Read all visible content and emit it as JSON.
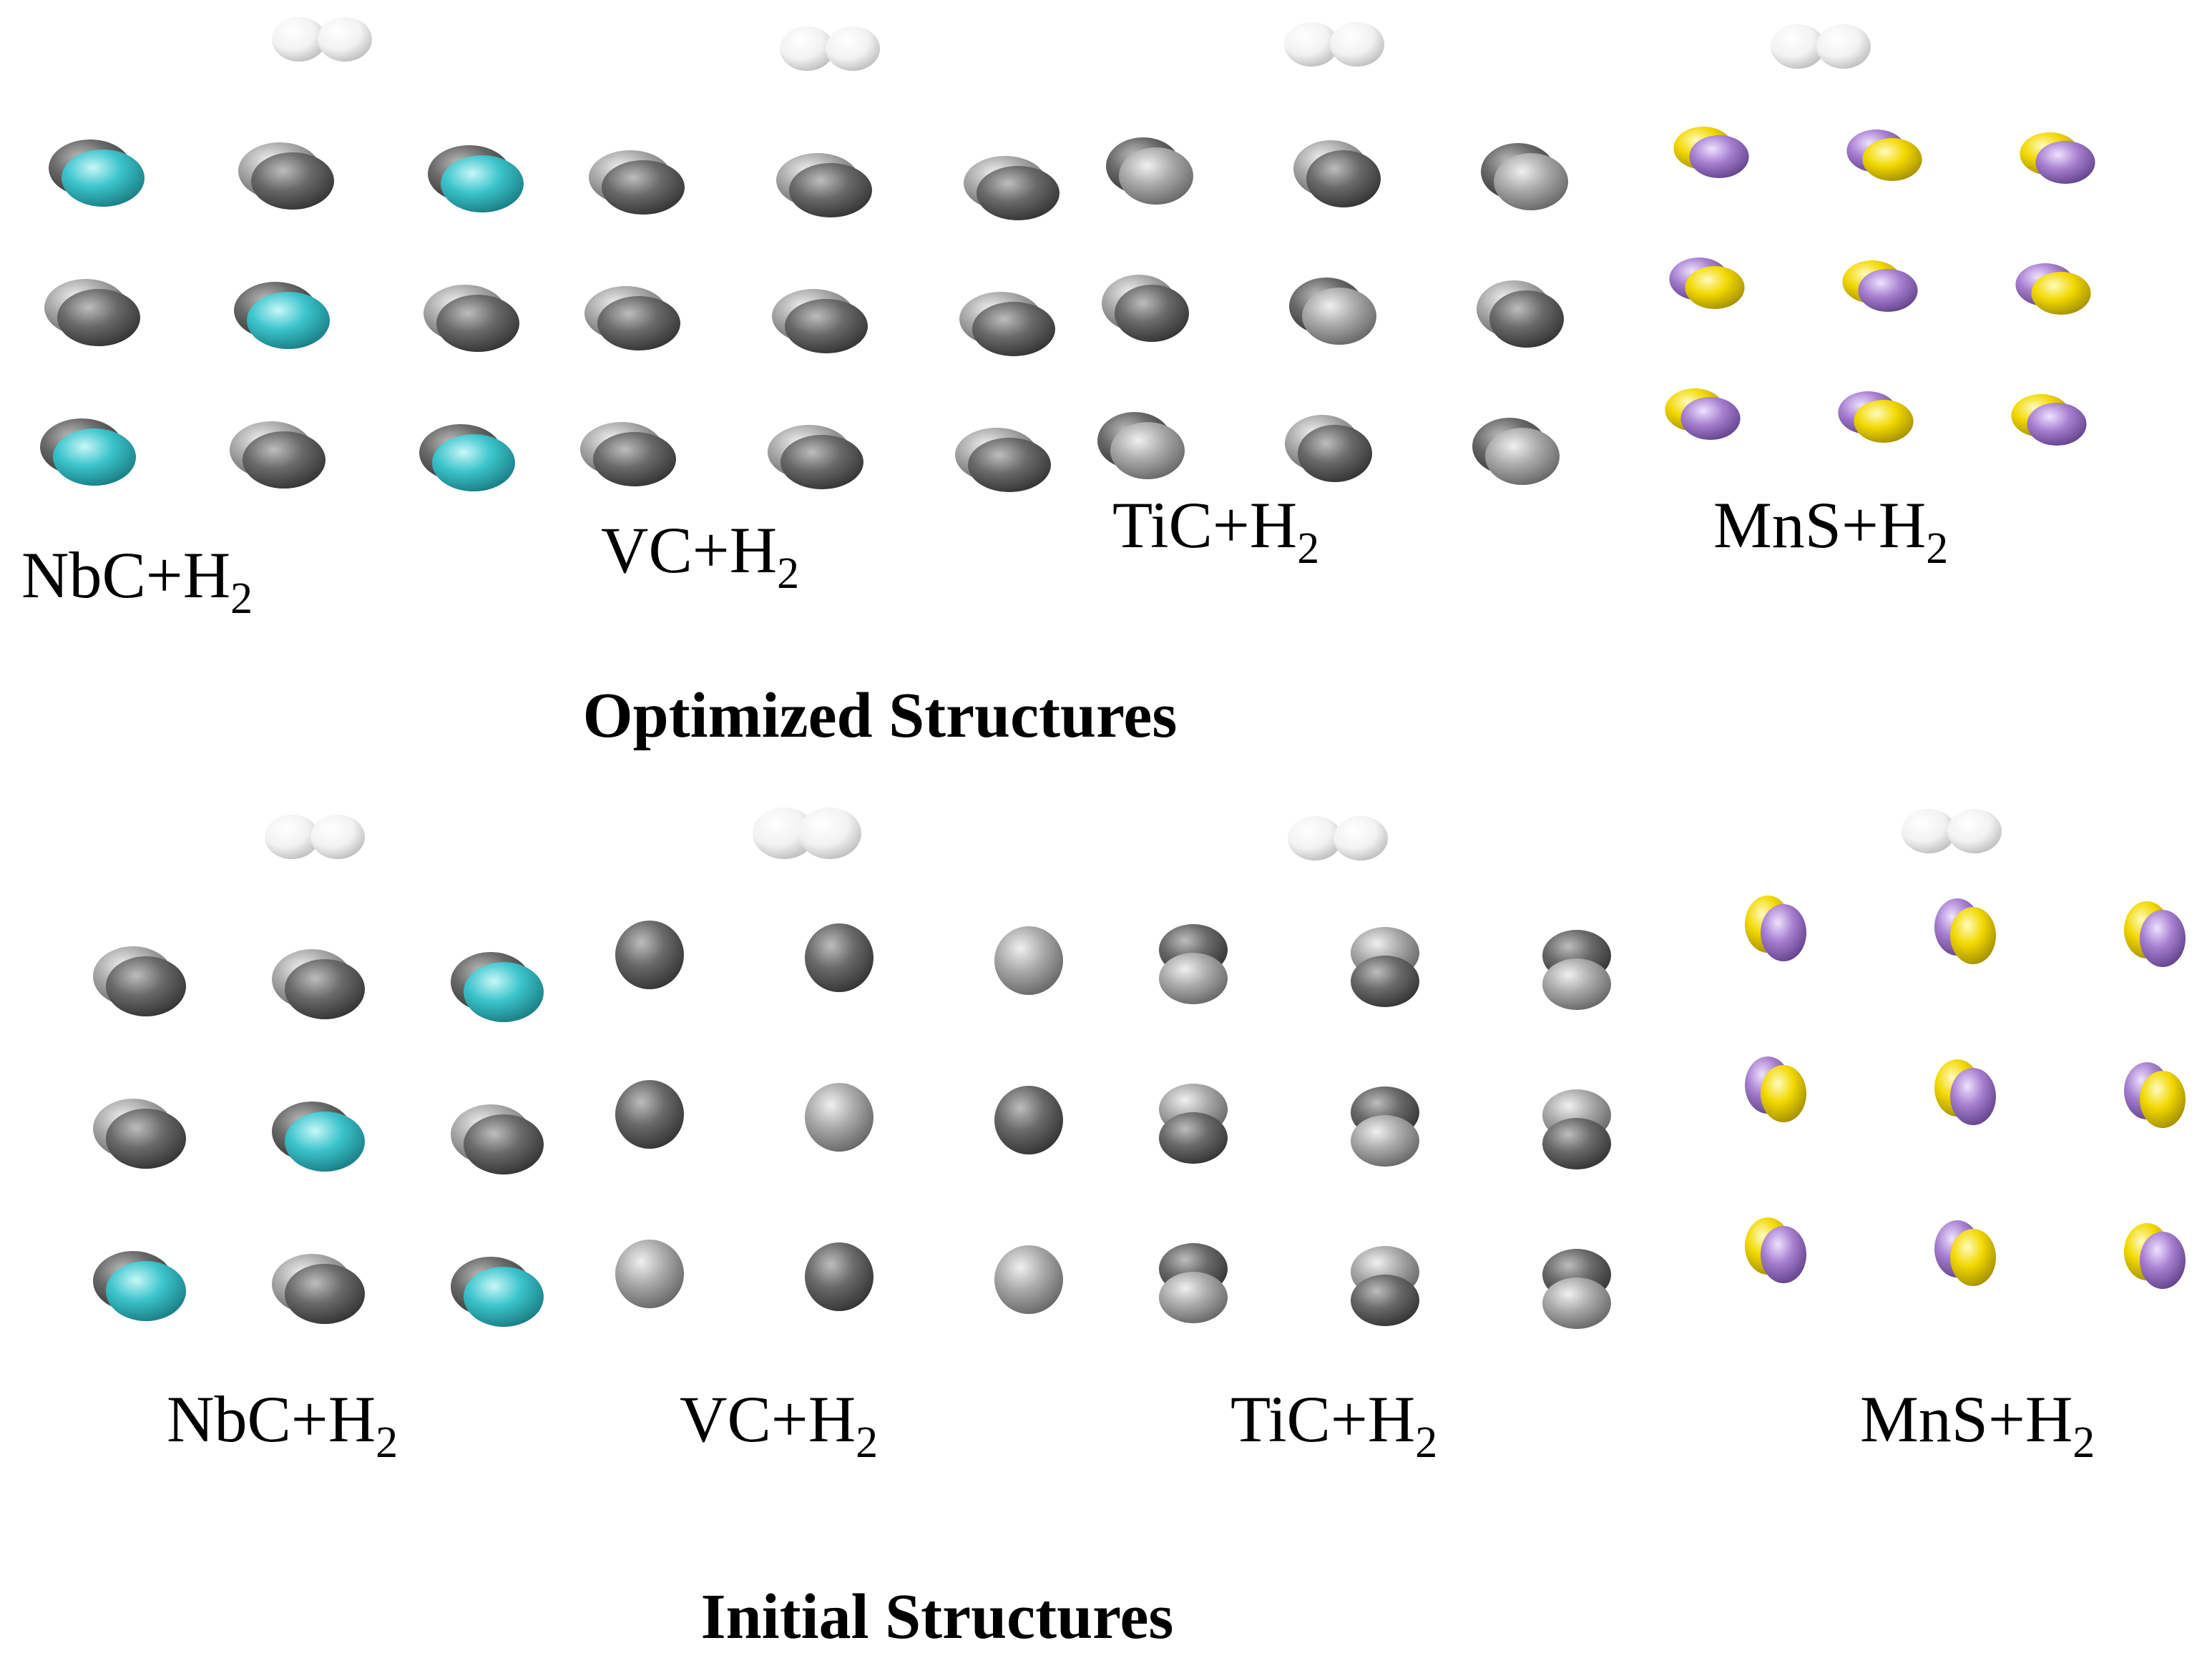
{
  "colors": {
    "hydrogen": "#f2f2f2",
    "carbon_dark": "#5e5e5e",
    "carbon_light": "#a8a8a8",
    "niobium": "#3cc4cc",
    "sulfur": "#f2d800",
    "manganese": "#a77fd0"
  },
  "optimized": {
    "section_title": "Optimized Structures",
    "panels": [
      {
        "label": "NbC+H",
        "subscript": "2",
        "atoms": [
          "niobium",
          "carbon_dark",
          "niobium",
          "carbon_dark",
          "niobium",
          "carbon_dark",
          "niobium",
          "carbon_dark",
          "niobium"
        ]
      },
      {
        "label": "VC+H",
        "subscript": "2",
        "atoms": [
          "carbon_dark",
          "carbon_dark",
          "carbon_dark",
          "carbon_dark",
          "carbon_dark",
          "carbon_dark",
          "carbon_dark",
          "carbon_dark",
          "carbon_dark"
        ]
      },
      {
        "label": "TiC+H",
        "subscript": "2",
        "atoms": [
          "carbon_light",
          "carbon_dark",
          "carbon_light",
          "carbon_dark",
          "carbon_light",
          "carbon_dark",
          "carbon_light",
          "carbon_dark",
          "carbon_light"
        ]
      },
      {
        "label": "MnS+H",
        "subscript": "2",
        "atoms": [
          "manganese",
          "sulfur",
          "manganese",
          "sulfur",
          "manganese",
          "sulfur",
          "manganese",
          "sulfur",
          "manganese"
        ]
      }
    ]
  },
  "initial": {
    "section_title": "Initial Structures",
    "panels": [
      {
        "label": "NbC+H",
        "subscript": "2",
        "atoms": [
          "carbon_dark",
          "carbon_dark",
          "niobium",
          "carbon_dark",
          "niobium",
          "carbon_dark",
          "niobium",
          "carbon_dark",
          "niobium"
        ]
      },
      {
        "label": "VC+H",
        "subscript": "2",
        "atoms": [
          "carbon_dark",
          "carbon_dark",
          "carbon_light",
          "carbon_dark",
          "carbon_light",
          "carbon_dark",
          "carbon_light",
          "carbon_dark",
          "carbon_light"
        ]
      },
      {
        "label": "TiC+H",
        "subscript": "2",
        "atoms": [
          "carbon_light",
          "carbon_dark",
          "carbon_light",
          "carbon_dark",
          "carbon_light",
          "carbon_dark",
          "carbon_light",
          "carbon_dark",
          "carbon_light"
        ]
      },
      {
        "label": "MnS+H",
        "subscript": "2",
        "atoms": [
          "manganese",
          "sulfur",
          "manganese",
          "sulfur",
          "manganese",
          "sulfur",
          "manganese",
          "sulfur",
          "manganese"
        ]
      }
    ]
  }
}
